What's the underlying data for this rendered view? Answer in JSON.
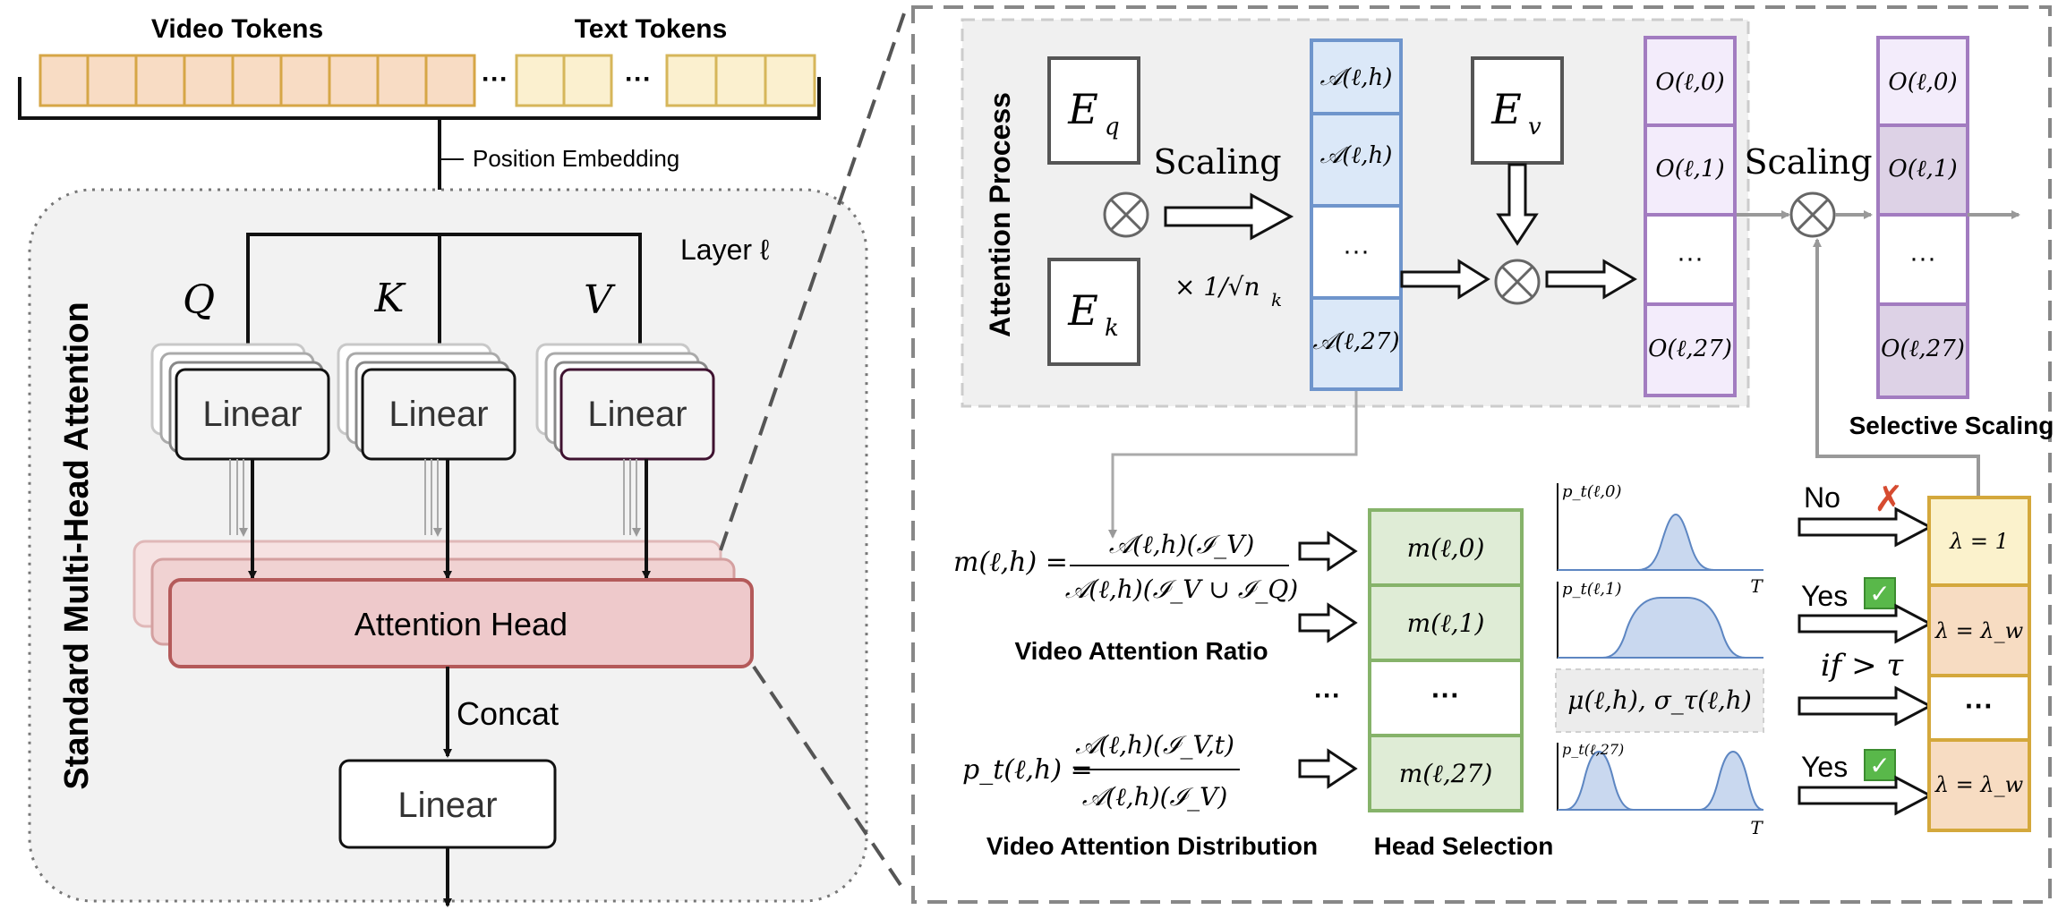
{
  "left_panel": {
    "title": "Standard Multi-Head Attention",
    "video_tokens_label": "Video Tokens",
    "text_tokens_label": "Text Tokens",
    "ellipsis": "···",
    "position_embedding_label": "Position Embedding",
    "layer_label": "Layer ℓ",
    "q_label": "Q",
    "k_label": "K",
    "v_label": "V",
    "linear_label": "Linear",
    "attention_head_label": "Attention Head",
    "concat_label": "Concat",
    "output_linear_label": "Linear"
  },
  "attention_process": {
    "title": "Attention Process",
    "eq_label": "E",
    "eq_sub": "q",
    "ek_label": "E",
    "ek_sub": "k",
    "ev_label": "E",
    "ev_sub": "v",
    "scaling_label": "Scaling",
    "scale_factor": "× 1/√n",
    "scale_factor_sub": "k",
    "attention_cells": [
      "𝒜(ℓ,h)",
      "𝒜(ℓ,h)",
      "···",
      "𝒜(ℓ,27)"
    ],
    "output_cells": [
      "O(ℓ,0)",
      "O(ℓ,1)",
      "···",
      "O(ℓ,27)"
    ],
    "scaled_output_cells": [
      "O(ℓ,0)",
      "O(ℓ,1)",
      "···",
      "O(ℓ,27)"
    ],
    "scaling_label_2": "Scaling",
    "selective_scaling_label": "Selective Scaling"
  },
  "head_selection": {
    "ratio_formula_lhs": "m(ℓ,h) =",
    "ratio_formula_num": "𝒜(ℓ,h)(ℐ_V)",
    "ratio_formula_den": "𝒜(ℓ,h)(ℐ_V ∪ ℐ_Q)",
    "video_attention_ratio_label": "Video Attention Ratio",
    "dist_formula_lhs": "p_t(ℓ,h) =",
    "dist_formula_num": "𝒜(ℓ,h)(ℐ_V,t)",
    "dist_formula_den": "𝒜(ℓ,h)(ℐ_V)",
    "video_attention_distribution_label": "Video Attention Distribution",
    "m_cells": [
      "m(ℓ,0)",
      "m(ℓ,1)",
      "···",
      "m(ℓ,27)"
    ],
    "side_ellipsis": "···",
    "head_selection_label": "Head Selection",
    "plot_labels": [
      "p_t(ℓ,0)",
      "p_t(ℓ,1)",
      "p_t(ℓ,27)"
    ],
    "plot_axis_label": "T",
    "mu_sigma_label": "μ(ℓ,h), σ_τ(ℓ,h)",
    "condition_label": "if > τ",
    "decisions": [
      {
        "label": "No",
        "mark": "✗"
      },
      {
        "label": "Yes",
        "mark": "✓"
      },
      {
        "label": "Yes",
        "mark": "✓"
      }
    ],
    "lambda_cells": [
      "λ = 1",
      "λ = λ_w",
      "···",
      "λ = λ_w"
    ]
  },
  "colors": {
    "video_token_fill": "#f8dcc4",
    "video_token_stroke": "#d6a646",
    "text_token_fill": "#fbf0cf",
    "attention_head_fill": "#eec9cb",
    "attention_head_stroke": "#b45a5a",
    "attn_cell_fill": "#dbe8f8",
    "attn_cell_stroke": "#6f95cc",
    "output_cell_fill": "#f3ecfb",
    "output_cell_stroke": "#a27cc0",
    "scaled_cell_fill": "#ddd2e6",
    "m_cell_fill": "#dfecd6",
    "m_cell_stroke": "#86b36a",
    "lambda_fill_yellow": "#fbf2cc",
    "lambda_fill_orange": "#f7dcc2",
    "lambda_stroke": "#d4a83c",
    "no_mark": "#d64b30",
    "yes_mark": "#59b84a",
    "plot_fill": "#c9d8ef",
    "plot_stroke": "#5d86c2"
  }
}
